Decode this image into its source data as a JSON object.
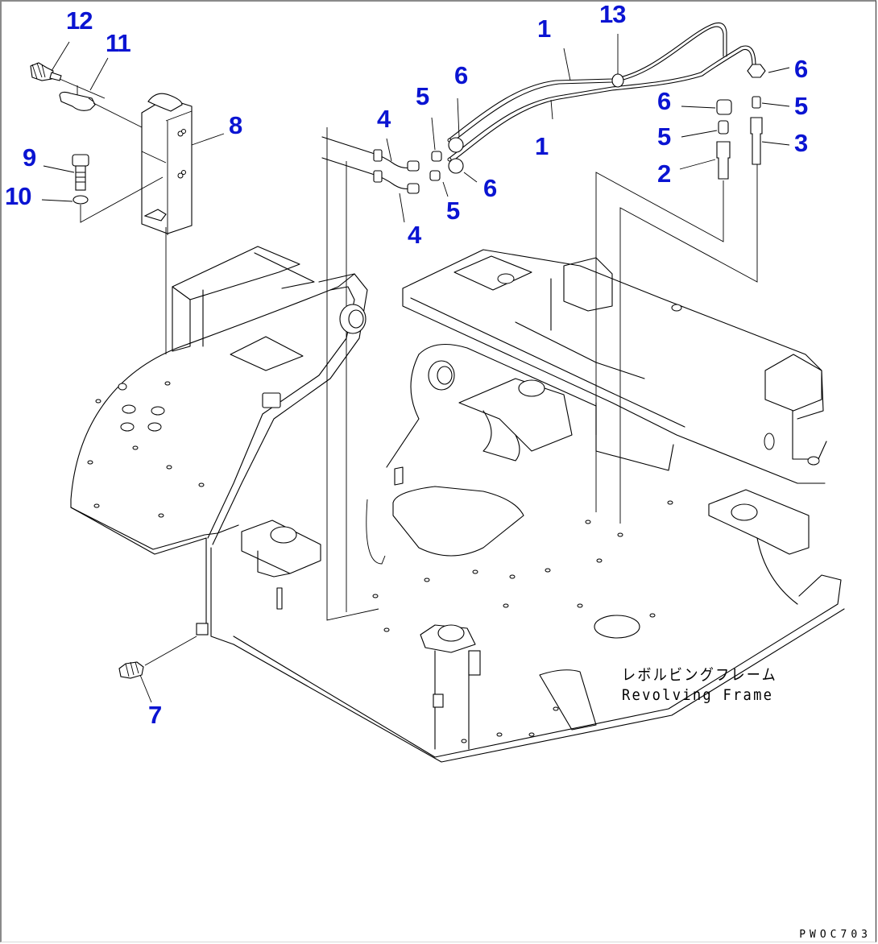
{
  "diagram": {
    "title_jp": "レボルビングフレーム",
    "title_en": "Revolving Frame",
    "drawing_code": "PWOC703",
    "callout_color": "#0a14d2",
    "callouts": [
      {
        "id": "c12",
        "label": "12",
        "part": "connector"
      },
      {
        "id": "c11",
        "label": "11",
        "part": "clamp"
      },
      {
        "id": "c8",
        "label": "8",
        "part": "bracket"
      },
      {
        "id": "c9",
        "label": "9",
        "part": "bolt"
      },
      {
        "id": "c10",
        "label": "10",
        "part": "washer"
      },
      {
        "id": "c7",
        "label": "7",
        "part": "sensor"
      },
      {
        "id": "c4a",
        "label": "4",
        "part": "elbow-fitting"
      },
      {
        "id": "c4b",
        "label": "4",
        "part": "elbow-fitting"
      },
      {
        "id": "c5a",
        "label": "5",
        "part": "sleeve"
      },
      {
        "id": "c5b",
        "label": "5",
        "part": "sleeve"
      },
      {
        "id": "c6a",
        "label": "6",
        "part": "nut"
      },
      {
        "id": "c6b",
        "label": "6",
        "part": "nut"
      },
      {
        "id": "c1a",
        "label": "1",
        "part": "tube"
      },
      {
        "id": "c1b",
        "label": "1",
        "part": "tube"
      },
      {
        "id": "c13",
        "label": "13",
        "part": "clip"
      },
      {
        "id": "c6c",
        "label": "6",
        "part": "nut"
      },
      {
        "id": "c6d",
        "label": "6",
        "part": "nut"
      },
      {
        "id": "c5c",
        "label": "5",
        "part": "sleeve"
      },
      {
        "id": "c5d",
        "label": "5",
        "part": "sleeve"
      },
      {
        "id": "c2",
        "label": "2",
        "part": "connector"
      },
      {
        "id": "c3",
        "label": "3",
        "part": "connector"
      }
    ]
  }
}
